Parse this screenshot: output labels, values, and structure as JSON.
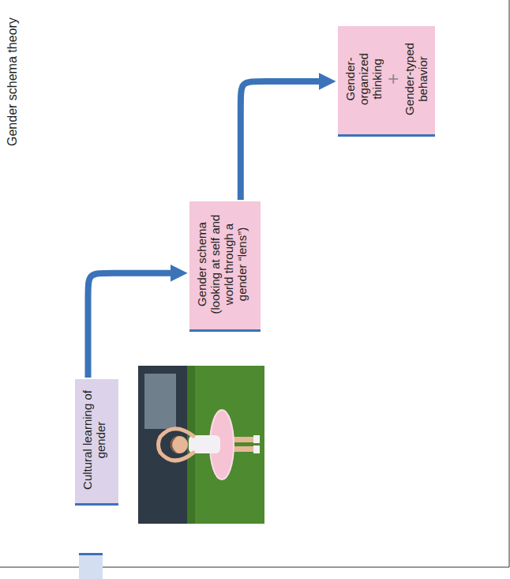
{
  "diagram": {
    "title": "Gender schema theory",
    "nodes": [
      {
        "text": [
          "Cultural learning of gender"
        ]
      },
      {
        "text": [
          "Gender schema (looking at self and world through a gender “lens”)"
        ]
      },
      {
        "text": [
          "Gender-organized thinking",
          "+",
          "Gender-typed behavior"
        ]
      }
    ],
    "edges": [
      {
        "from": 0,
        "to": 1,
        "arrow": "to"
      },
      {
        "from": 1,
        "to": 2,
        "arrow": "to"
      }
    ]
  }
}
